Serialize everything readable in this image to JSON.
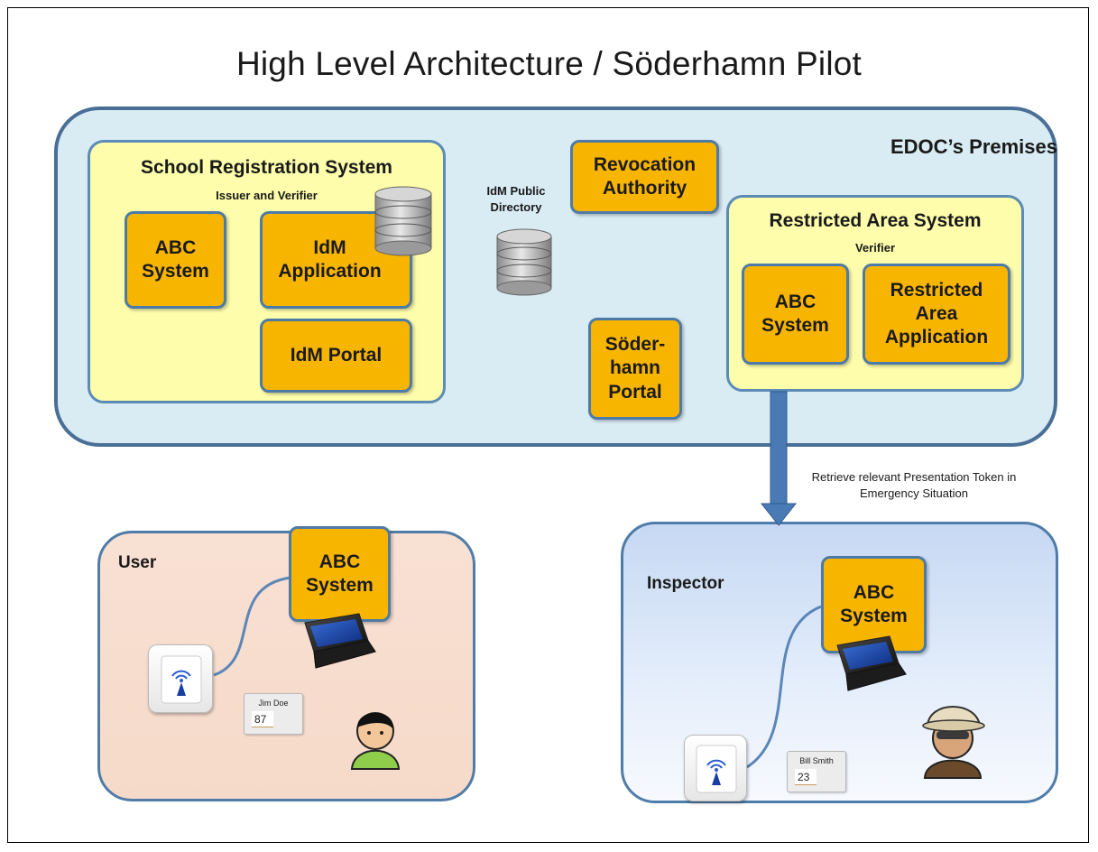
{
  "title": "High Level Architecture / Söderhamn Pilot",
  "premises": {
    "label": "EDOC’s Premises",
    "school_registration_system": {
      "title": "School Registration System",
      "role": "Issuer and Verifier",
      "abc_system": "ABC System",
      "idm_application": "IdM Application",
      "idm_portal": "IdM Portal",
      "db_icon": "database-icon"
    },
    "idm_public_directory": {
      "label": "IdM Public Directory",
      "icon": "database-icon"
    },
    "revocation_authority": "Revocation Authority",
    "soderhamn_portal": "Söder-hamn Portal",
    "restricted_area_system": {
      "title": "Restricted Area System",
      "role": "Verifier",
      "abc_system": "ABC System",
      "restricted_area_application": "Restricted Area Application"
    }
  },
  "arrow_note": "Retrieve relevant Presentation Token in Emergency Situation",
  "user_area": {
    "label": "User",
    "abc_system": "ABC System",
    "card_name": "Jim Doe",
    "card_number": "87",
    "icons": [
      "laptop-icon",
      "card-reader-icon",
      "user-avatar-icon"
    ]
  },
  "inspector_area": {
    "label": "Inspector",
    "abc_system": "ABC System",
    "card_name": "Bill Smith",
    "card_number": "23",
    "icons": [
      "laptop-icon",
      "card-reader-icon",
      "inspector-avatar-icon"
    ]
  },
  "colors": {
    "premises_fill": "#d9ebf3",
    "border_blue": "#4a6f97",
    "system_fill": "#fdfdab",
    "component_fill": "#f8b500",
    "user_fill": "#f8e0d3",
    "inspector_fill": "#c6d8f3",
    "arrow": "#4a7ab5"
  }
}
